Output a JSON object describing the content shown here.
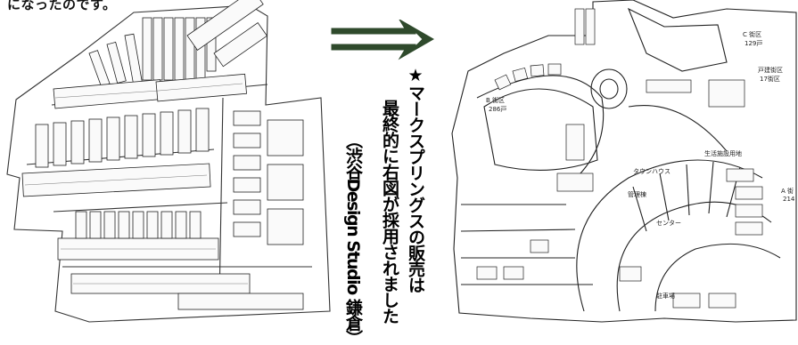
{
  "caption": "になったのです。",
  "vertical_text": {
    "line1": "★マークスプリングスの販売は",
    "line2": "最終的に右図が採用されました",
    "line3": "（渋谷Design Studio 鎌倉）"
  },
  "right_map_labels": {
    "b_block": "B 街区",
    "b_units": "286戸",
    "c_block": "C 街区",
    "c_units": "129戸",
    "detached": "戸建街区",
    "detached_units": "17街区",
    "a_block": "A 街",
    "a_units": "214",
    "townhouse": "タウンハウス",
    "center": "センター",
    "facility": "生活施設用地",
    "management": "管理棟",
    "parking": "駐車場"
  },
  "colors": {
    "arrow_fill": "#2f4a2c",
    "arrow_outline": "#ffffff",
    "ink": "#111111"
  }
}
